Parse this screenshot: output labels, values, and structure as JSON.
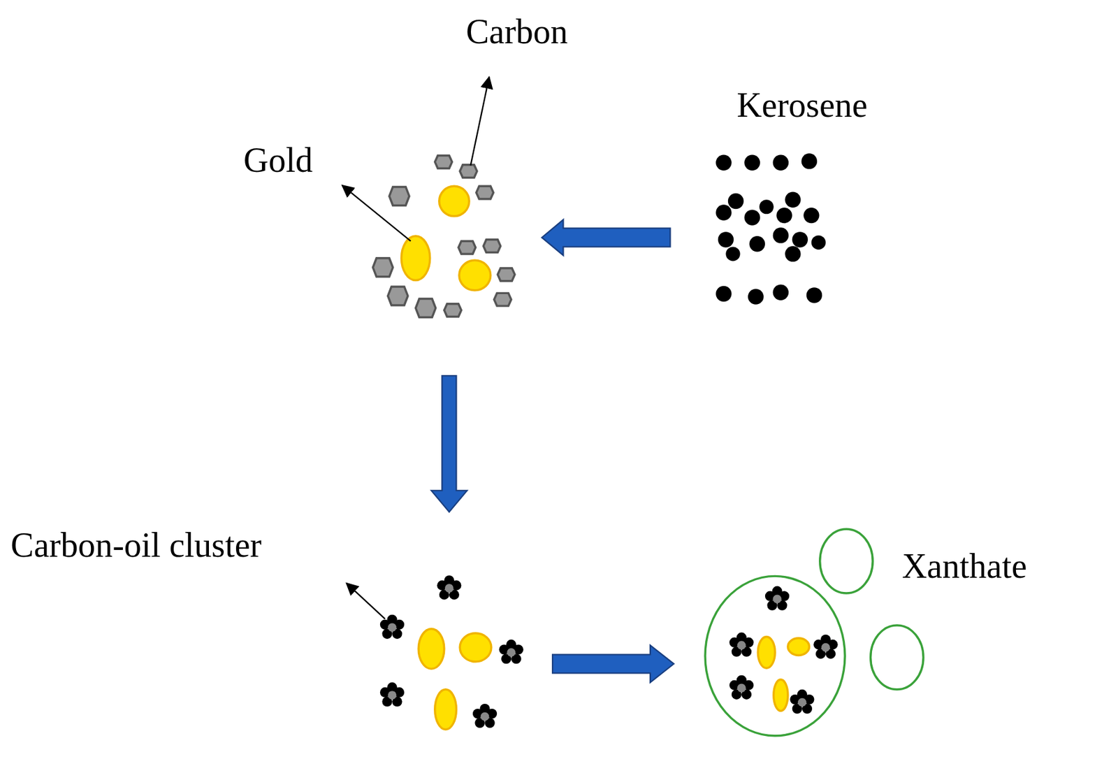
{
  "diagram": {
    "labels": [
      "Carbon",
      "Gold",
      "Kerosene",
      "Carbon-oil cluster",
      "Xanthate"
    ]
  }
}
